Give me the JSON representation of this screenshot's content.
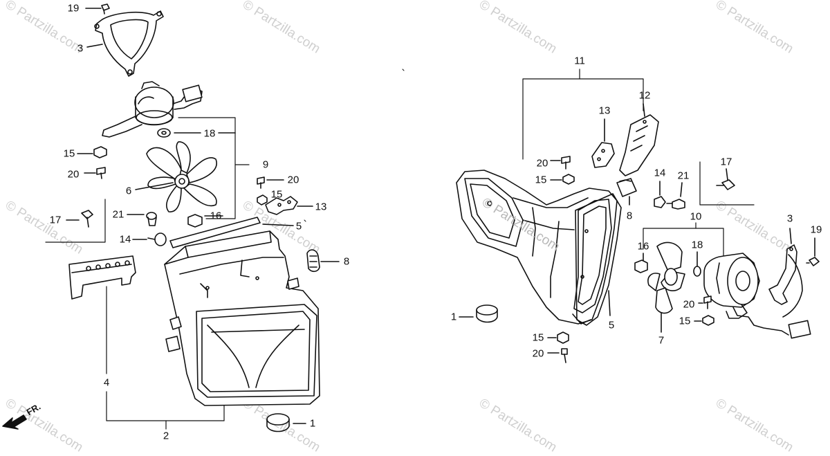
{
  "watermark": "© Partzilla.com",
  "fr_label": "FR.",
  "colors": {
    "ink": "#111111",
    "watermark": "#cfcfcf",
    "background": "#ffffff"
  },
  "left_callouts": {
    "c19": "19",
    "c3": "3",
    "c18": "18",
    "c9": "9",
    "c15a": "15",
    "c20a": "20",
    "c6": "6",
    "c20b": "20",
    "c15b": "15",
    "c13": "13",
    "c17": "17",
    "c21": "21",
    "c16": "16",
    "c5": "5",
    "c14": "14",
    "c8": "8",
    "c4": "4",
    "c2": "2",
    "c1": "1"
  },
  "right_callouts": {
    "c11": "11",
    "c12": "12",
    "c13": "13",
    "c20a": "20",
    "c15a": "15",
    "c14": "14",
    "c21": "21",
    "c17": "17",
    "c8": "8",
    "c10": "10",
    "c3": "3",
    "c19": "19",
    "c16": "16",
    "c18": "18",
    "c20b": "20",
    "c15b": "15",
    "c1": "1",
    "c5": "5",
    "c7": "7",
    "c15c": "15",
    "c20c": "20"
  }
}
